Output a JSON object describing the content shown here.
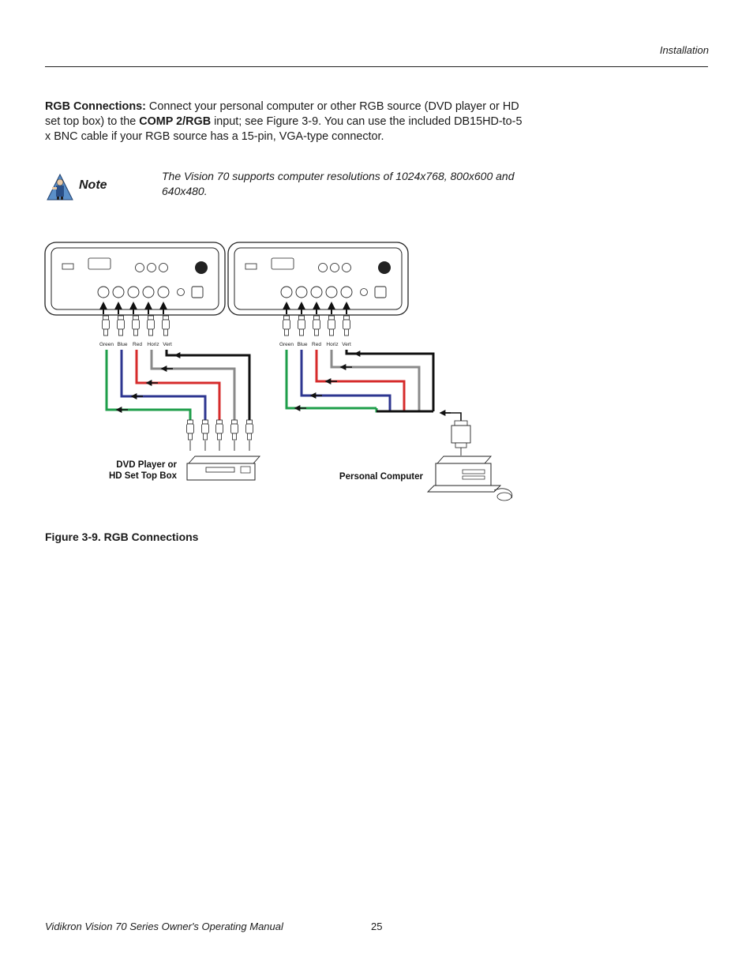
{
  "header": {
    "section": "Installation"
  },
  "intro": {
    "lead": "RGB Connections:",
    "part1": " Connect your personal computer or other RGB source (DVD player or HD set top box) to the ",
    "input_name": "COMP 2/RGB",
    "part2": " input; see Figure 3-9. You can use the included DB15HD-to-5 x BNC cable if your RGB source has a 15-pin, VGA-type connector."
  },
  "note": {
    "label": "Note",
    "text": "The Vision 70 supports computer resolutions of 1024x768, 800x600 and 640x480."
  },
  "figure": {
    "connectors": [
      "Green",
      "Blue",
      "Red",
      "Horiz",
      "Vert"
    ],
    "device_left_line1": "DVD Player or",
    "device_left_line2": "HD Set Top Box",
    "device_right": "Personal Computer",
    "caption": "Figure 3-9. RGB Connections",
    "colors": {
      "green": "#1e9e4a",
      "blue": "#2d3690",
      "red": "#d62b2b",
      "gray": "#8a8a8a",
      "black": "#111111"
    }
  },
  "footer": {
    "manual_title": "Vidikron Vision 70 Series Owner's Operating Manual",
    "page_number": "25"
  }
}
